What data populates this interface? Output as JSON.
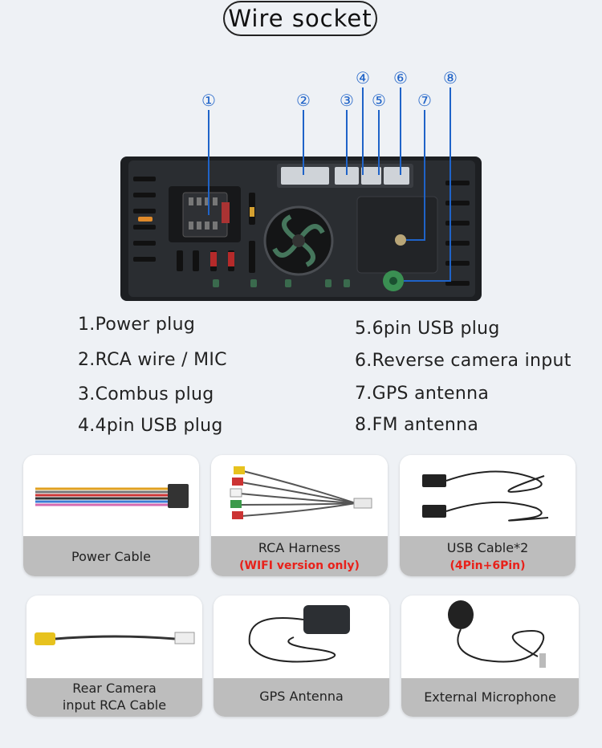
{
  "title": "Wire socket",
  "callouts": [
    "①",
    "②",
    "③",
    "④",
    "⑤",
    "⑥",
    "⑦",
    "⑧"
  ],
  "specs_left": [
    "1.Power plug",
    "2.RCA wire / MIC",
    "3.Combus plug",
    "4.4pin USB plug"
  ],
  "specs_right": [
    "5.6pin USB plug",
    "6.Reverse camera input",
    "7.GPS antenna",
    "8.FM antenna"
  ],
  "cards": [
    {
      "label": "Power Cable"
    },
    {
      "label": "RCA Harness",
      "sub": "(WIFI version only)"
    },
    {
      "label": "USB Cable*2",
      "sub": "(4Pin+6Pin)"
    },
    {
      "label": "Rear Camera",
      "label2": "input RCA Cable"
    },
    {
      "label": "GPS Antenna"
    },
    {
      "label": "External Microphone"
    }
  ],
  "colors": {
    "callout": "#1f63c8",
    "band": "#bdbdbd",
    "accent_red": "#e8211a"
  }
}
